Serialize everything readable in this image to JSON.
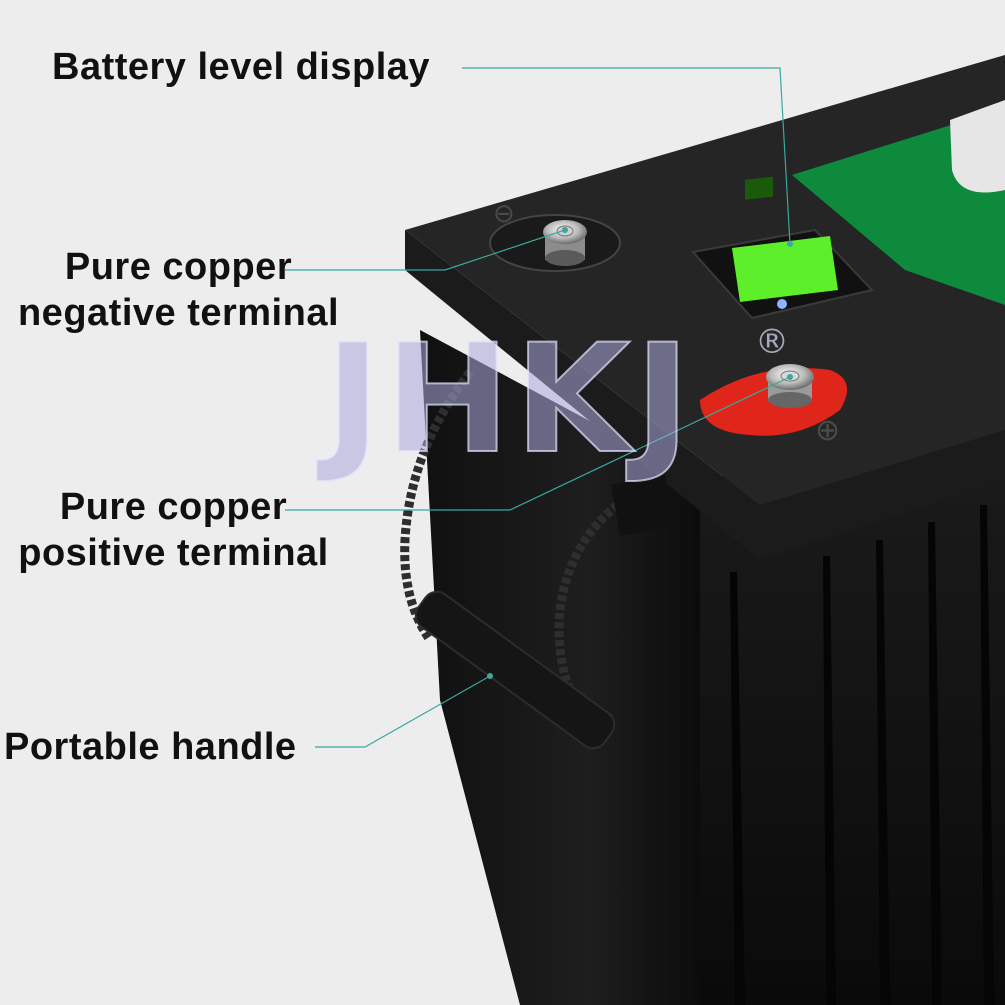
{
  "labels": {
    "display": "Battery level display",
    "negative": [
      "Pure copper",
      "negative terminal"
    ],
    "positive": [
      "Pure copper",
      "positive terminal"
    ],
    "handle": "Portable handle"
  },
  "watermark": {
    "brand": "JHKJ",
    "registered": "®"
  },
  "terminal_marks": {
    "negative": "⊖",
    "positive": "⊕"
  },
  "colors": {
    "background": "#ededed",
    "battery_body": "#1a1a1a",
    "battery_top": "#262626",
    "green_panel": "#0d8a3c",
    "positive_cap": "#e0251b",
    "lcd": "#5df02a",
    "leader_line": "#3aa89e"
  }
}
